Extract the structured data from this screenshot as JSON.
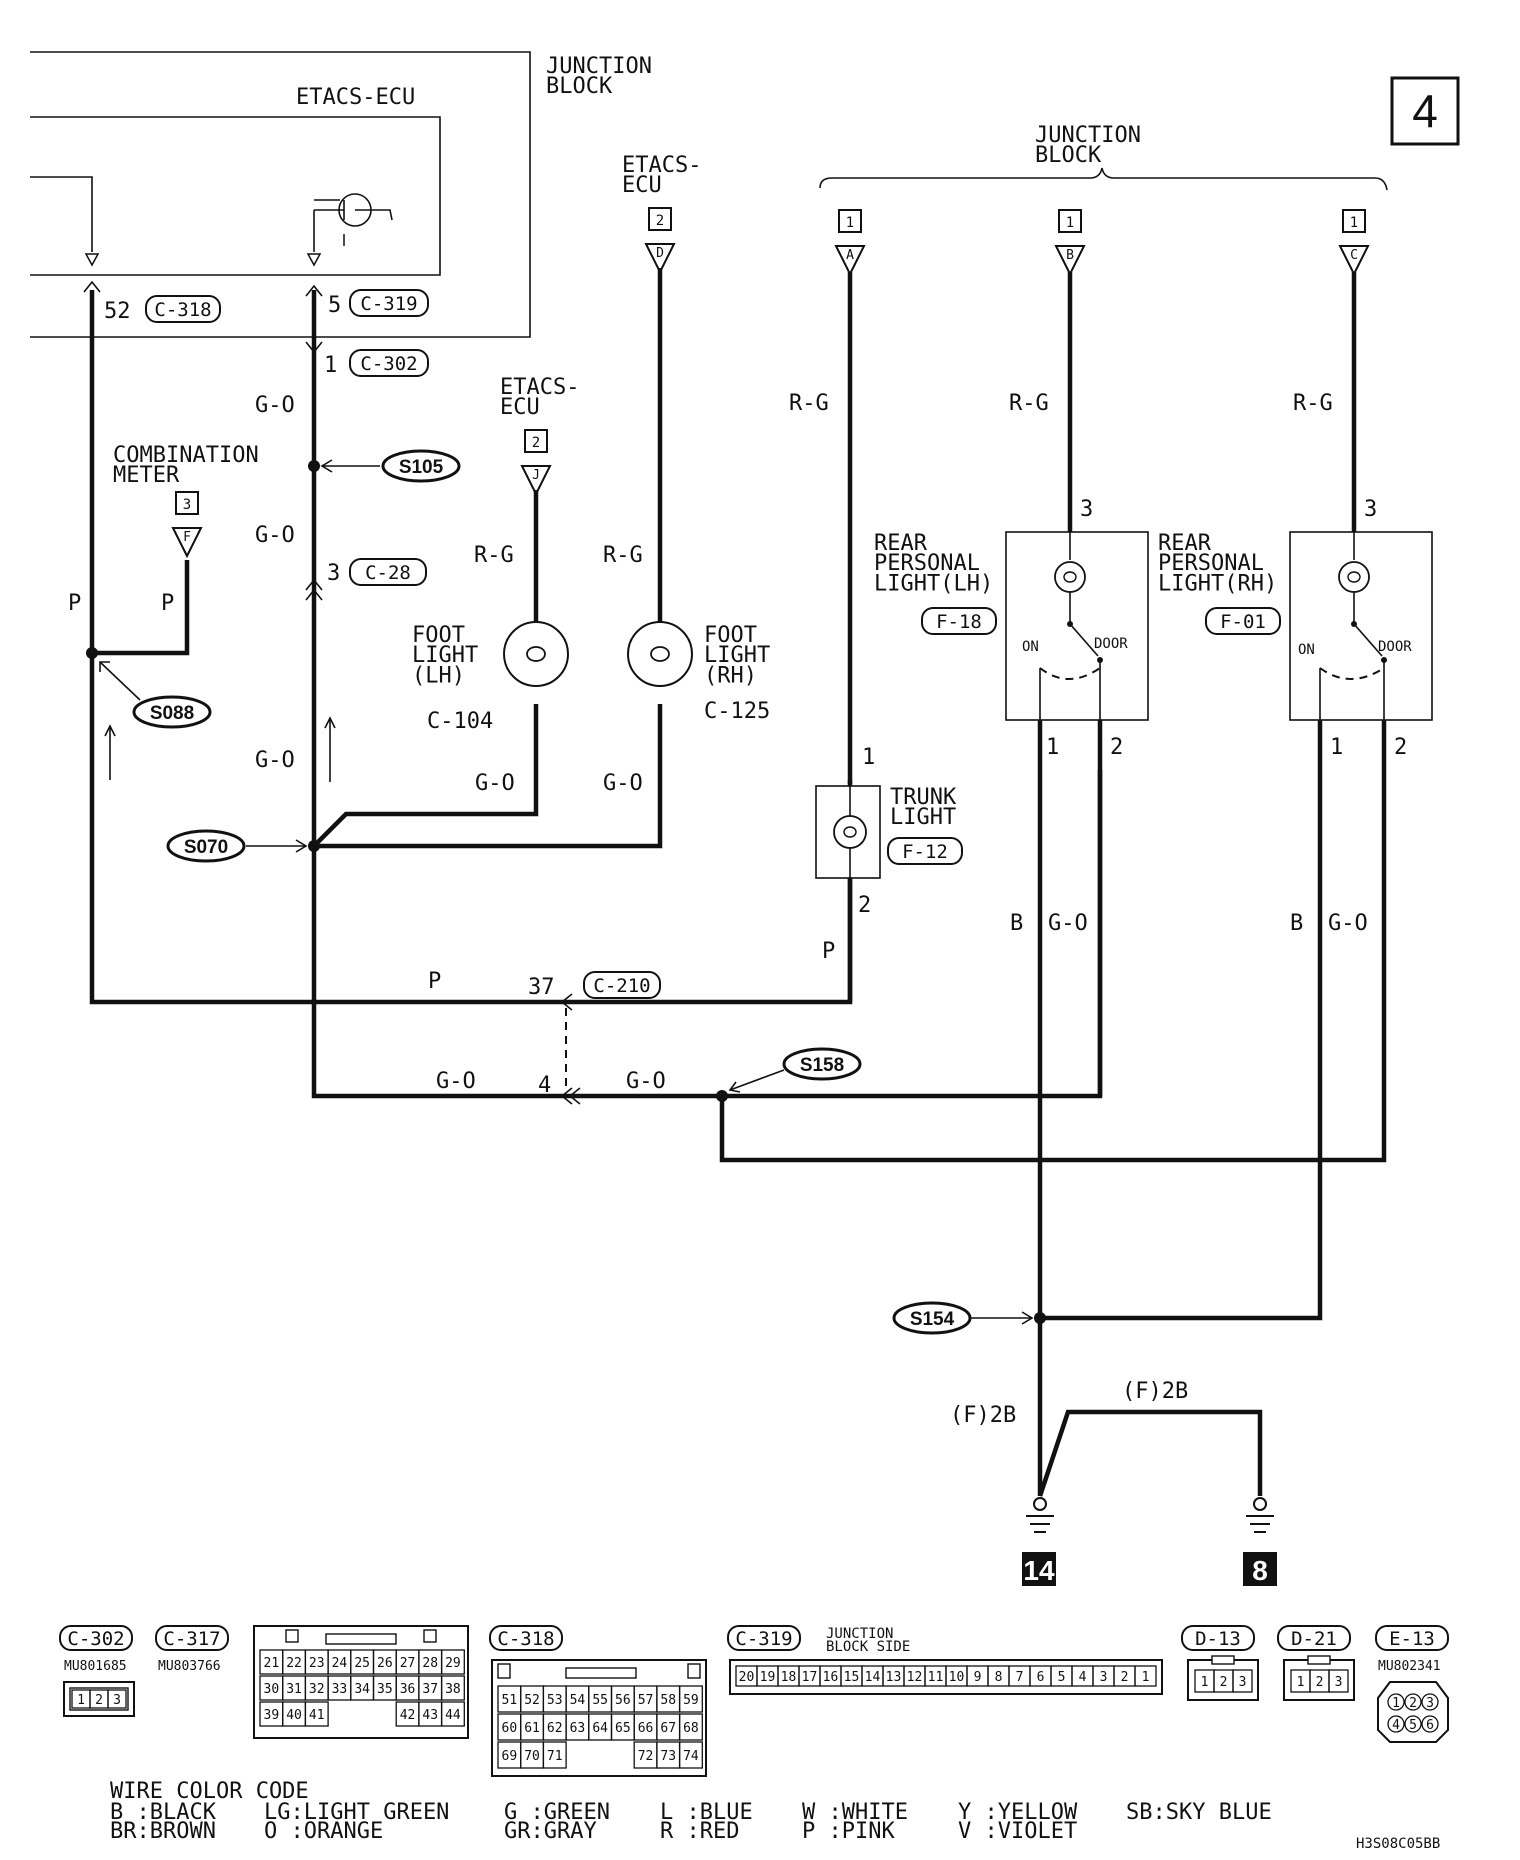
{
  "page_number": "4",
  "figure_id": "H3S08C05BB",
  "components": {
    "junction_block_top": "JUNCTION\nBLOCK",
    "etacs_ecu_inner": "ETACS-ECU",
    "etacs_ecu_top": "ETACS-\nECU",
    "etacs_ecu_mid": "ETACS-\nECU",
    "junction_block_right": "JUNCTION\nBLOCK",
    "combination_meter": "COMBINATION\nMETER",
    "foot_light_lh": "FOOT\nLIGHT\n(LH)",
    "foot_light_lh_conn": "C-104",
    "foot_light_rh": "FOOT\nLIGHT\n(RH)",
    "foot_light_rh_conn": "C-125",
    "rear_personal_lh": "REAR\nPERSONAL\nLIGHT(LH)",
    "rear_personal_lh_conn": "F-18",
    "rear_personal_rh": "REAR\nPERSONAL\nLIGHT(RH)",
    "rear_personal_rh_conn": "F-01",
    "trunk_light": "TRUNK\nLIGHT",
    "trunk_light_conn": "F-12",
    "switch_on": "ON",
    "switch_door": "DOOR"
  },
  "connector_refs": {
    "etacs_ecu_top": {
      "badge": "2",
      "pin": "D"
    },
    "etacs_ecu_mid": {
      "badge": "2",
      "pin": "J"
    },
    "combination_meter": {
      "badge": "3",
      "pin": "F"
    },
    "jb_a": {
      "badge": "1",
      "pin": "A"
    },
    "jb_b": {
      "badge": "1",
      "pin": "B"
    },
    "jb_c": {
      "badge": "1",
      "pin": "C"
    }
  },
  "pin_labels": {
    "c318": {
      "pin": "52",
      "conn": "C-318"
    },
    "c319": {
      "pin": "5",
      "conn": "C-319"
    },
    "c302": {
      "pin": "1",
      "conn": "C-302"
    },
    "c28": {
      "pin": "3",
      "conn": "C-28"
    },
    "c210": {
      "pin": "37",
      "conn": "C-210"
    },
    "c210_go": {
      "pin": "4"
    },
    "trunk_1": "1",
    "trunk_2": "2",
    "lh_3": "3",
    "lh_1": "1",
    "lh_2": "2",
    "rh_3": "3",
    "rh_1": "1",
    "rh_2": "2"
  },
  "wire_colors": {
    "go_1": "G-O",
    "go_2": "G-O",
    "go_3": "G-O",
    "go_footlh": "G-O",
    "go_footrh": "G-O",
    "go_bottom_left": "G-O",
    "go_bottom_right": "G-O",
    "go_lh": "G-O",
    "go_rh": "G-O",
    "p_left": "P",
    "p_meter": "P",
    "p_bottom": "P",
    "p_trunk": "P",
    "rg_foot": "R-G",
    "rg_etacs": "R-G",
    "rg_a": "R-G",
    "rg_b": "R-G",
    "rg_c": "R-G",
    "b_lh": "B",
    "b_rh": "B",
    "f2b_left": "(F)2B",
    "f2b_right": "(F)2B"
  },
  "splices": [
    "S105",
    "S088",
    "S070",
    "S158",
    "S154"
  ],
  "grounds": [
    "14",
    "8"
  ],
  "connector_views": {
    "c302": {
      "label": "C-302",
      "part": "MU801685",
      "pins": [
        "1",
        "2",
        "3"
      ]
    },
    "c317": {
      "label": "C-317",
      "part": "MU803766",
      "rows": [
        [
          "21",
          "22",
          "23",
          "24",
          "25",
          "26",
          "27",
          "28",
          "29"
        ],
        [
          "30",
          "31",
          "32",
          "33",
          "34",
          "35",
          "36",
          "37",
          "38"
        ],
        [
          "39",
          "40",
          "41",
          "",
          "",
          "",
          "42",
          "43",
          "44"
        ]
      ]
    },
    "c318": {
      "label": "C-318",
      "rows": [
        [
          "51",
          "52",
          "53",
          "54",
          "55",
          "56",
          "57",
          "58",
          "59"
        ],
        [
          "60",
          "61",
          "62",
          "63",
          "64",
          "65",
          "66",
          "67",
          "68"
        ],
        [
          "69",
          "70",
          "71",
          "",
          "",
          "",
          "72",
          "73",
          "74"
        ]
      ]
    },
    "c319": {
      "label": "C-319",
      "title": "JUNCTION\nBLOCK SIDE",
      "pins": [
        "20",
        "19",
        "18",
        "17",
        "16",
        "15",
        "14",
        "13",
        "12",
        "11",
        "10",
        "9",
        "8",
        "7",
        "6",
        "5",
        "4",
        "3",
        "2",
        "1"
      ]
    },
    "d13": {
      "label": "D-13",
      "pins": [
        "1",
        "2",
        "3"
      ]
    },
    "d21": {
      "label": "D-21",
      "pins": [
        "1",
        "2",
        "3"
      ]
    },
    "e13": {
      "label": "E-13",
      "part": "MU802341",
      "pins": [
        "1",
        "2",
        "3",
        "4",
        "5",
        "6"
      ]
    }
  },
  "wire_color_code": {
    "title": "WIRE COLOR CODE",
    "col1": [
      "B :BLACK",
      "BR:BROWN"
    ],
    "col2": [
      "LG:LIGHT GREEN",
      "O :ORANGE"
    ],
    "col3": [
      "G :GREEN",
      "GR:GRAY"
    ],
    "col4": [
      "L :BLUE",
      "R :RED"
    ],
    "col5": [
      "W :WHITE",
      "P :PINK"
    ],
    "col6": [
      "Y :YELLOW",
      "V :VIOLET"
    ],
    "col7": [
      "SB:SKY BLUE"
    ]
  }
}
